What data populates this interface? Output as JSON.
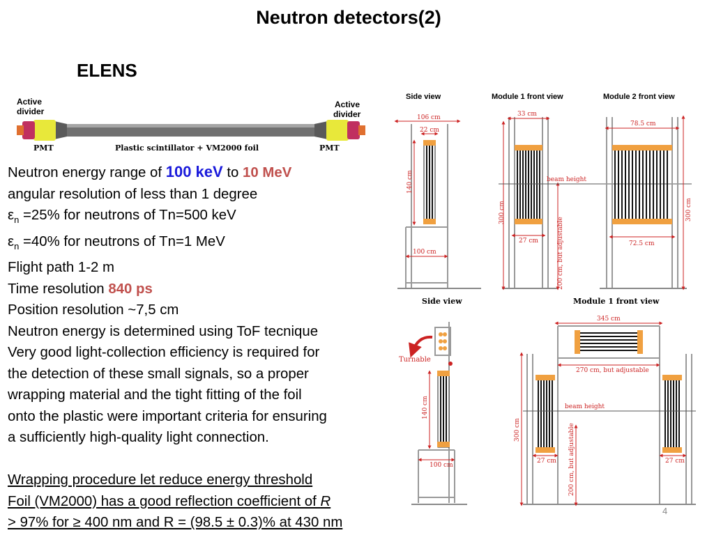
{
  "slide": {
    "title": "Neutron detectors(2)",
    "subtitle": "ELENS",
    "page_number": "4"
  },
  "detector_image": {
    "left_label": "Active divider",
    "right_label": "Active divider",
    "left_pmt": "PMT",
    "right_pmt": "PMT",
    "center_label": "Plastic scintillator + VM2000 foil"
  },
  "text": {
    "line1_a": "Neutron energy range of ",
    "line1_b": "100 keV",
    "line1_c": " to ",
    "line1_d": "10 MeV",
    "line2": "angular resolution of less than 1 degree",
    "line3_eps": "ε",
    "line3_sub": "n",
    "line3_rest": " =25% for neutrons of Tn=500 keV",
    "line4_eps": "ε",
    "line4_sub": "n",
    "line4_rest": " =40% for neutrons of Tn=1 MeV",
    "line5": "Flight path 1-2 m",
    "line6_a": "Time resolution ",
    "line6_b": "840 ps",
    "line7": "Position resolution ~7,5 cm",
    "line8": "Neutron energy is determined using ToF tecnique",
    "line9": "Very good light-collection efficiency is required for",
    "line10": "the detection of these small signals, so a proper",
    "line11": "wrapping material and the tight fitting of the foil",
    "line12": "onto the plastic were important criteria for ensuring",
    "line13": "a sufficiently high-quality light connection.",
    "line14": "Wrapping procedure let reduce energy threshold",
    "line15_a": "Foil (VM2000) has a good reflection coefficient of ",
    "line15_b": "R",
    "line16": "> 97% for ≥ 400 nm and R = (98.5 ± 0.3)% at 430 nm"
  },
  "diagram_top": {
    "side_view": "Side view",
    "module1": "Module 1 front view",
    "module2": "Module 2 front view",
    "dim_106": "106 cm",
    "dim_22": "22 cm",
    "dim_140": "140 cm",
    "dim_100": "100 cm",
    "dim_33": "33 cm",
    "dim_300a": "300 cm",
    "dim_27": "27 cm",
    "beam_height": "beam height",
    "adjustable": "200 cm, but adjustable",
    "dim_785": "78.5 cm",
    "dim_725": "72.5 cm",
    "dim_300b": "300 cm"
  },
  "diagram_bottom": {
    "side_view": "Side view",
    "module1": "Module 1 front view",
    "turnable": "Turnable",
    "dim_140": "140 cm",
    "dim_100": "100 cm",
    "dim_345": "345 cm",
    "dim_270": "270 cm, but adjustable",
    "beam_height": "beam height",
    "dim_300": "300 cm",
    "adjustable": "200 cm, but adjustable",
    "dim_27a": "27 cm",
    "dim_27b": "27 cm"
  },
  "colors": {
    "accent_blue": "#1a1adb",
    "accent_red": "#c0504d",
    "dimension_red": "#cc2222",
    "frame_gray": "#999999",
    "pmt_orange": "#f0a040"
  }
}
